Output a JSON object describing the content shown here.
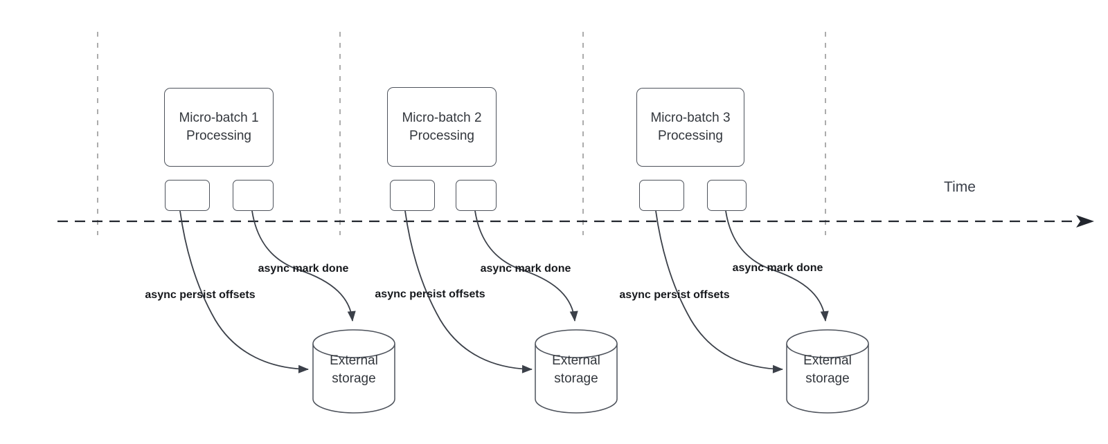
{
  "diagram": {
    "time_axis_label": "Time",
    "groups": [
      {
        "box_label": "Micro-batch 1\nProcessing",
        "persist_label": "async persist offsets",
        "markdone_label": "async mark done",
        "storage_label": "External\nstorage"
      },
      {
        "box_label": "Micro-batch 2\nProcessing",
        "persist_label": "async persist offsets",
        "markdone_label": "async mark done",
        "storage_label": "External\nstorage"
      },
      {
        "box_label": "Micro-batch 3\nProcessing",
        "persist_label": "async persist offsets",
        "markdone_label": "async mark done",
        "storage_label": "External\nstorage"
      }
    ],
    "colors": {
      "background": "#ffffff",
      "shape_border": "#4d525b",
      "arrow_stroke": "#3b4049",
      "divider_gray": "#979797",
      "timeline_dark": "#22262e",
      "box_text": "#33373d",
      "label_text": "#16181c",
      "time_text": "#3a3f49"
    }
  }
}
